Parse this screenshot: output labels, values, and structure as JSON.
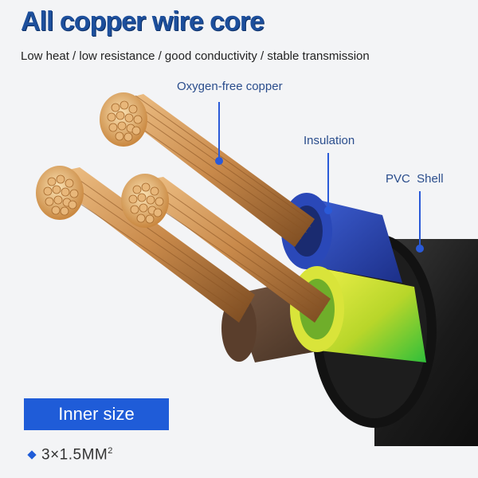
{
  "headline": "All copper wire core",
  "subline": "Low heat / low resistance / good conductivity / stable transmission",
  "callouts": {
    "oxygen_free_copper": "Oxygen-free copper",
    "insulation": "Insulation",
    "pvc_shell": "PVC  Shell"
  },
  "inner_size": {
    "label": "Inner size",
    "spec": "3×1.5MM",
    "spec_superscript": "2"
  },
  "colors": {
    "headline": "#1d4f9c",
    "accent_blue": "#1f5cd8",
    "insulation_blue": "#2a48b8",
    "insulation_yellow_green": "#c9d82a",
    "insulation_brown": "#6a4a36",
    "sheath_black": "#141414",
    "copper": "#c98a4b"
  },
  "image": {
    "subject": "three-core cable cross-section with copper strands"
  }
}
